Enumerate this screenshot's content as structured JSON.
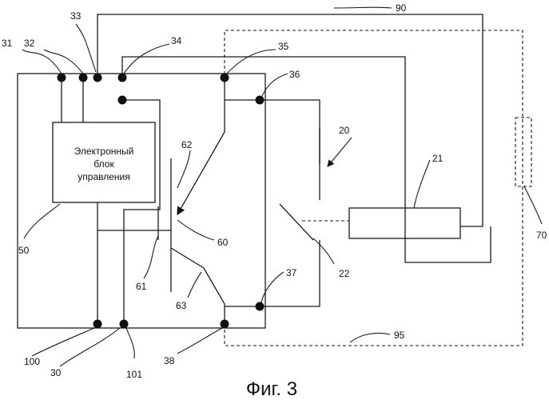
{
  "figure": {
    "caption": "Фиг. 3",
    "control_unit_text": [
      "Электронный",
      "блок",
      "управления"
    ]
  },
  "labels": {
    "l20": "20",
    "l21": "21",
    "l22": "22",
    "l30": "30",
    "l31": "31",
    "l32": "32",
    "l33": "33",
    "l34": "34",
    "l35": "35",
    "l36": "36",
    "l37": "37",
    "l38": "38",
    "l50": "50",
    "l60": "60",
    "l61": "61",
    "l62": "62",
    "l63": "63",
    "l70": "70",
    "l90": "90",
    "l95": "95",
    "l100": "100",
    "l101": "101"
  }
}
